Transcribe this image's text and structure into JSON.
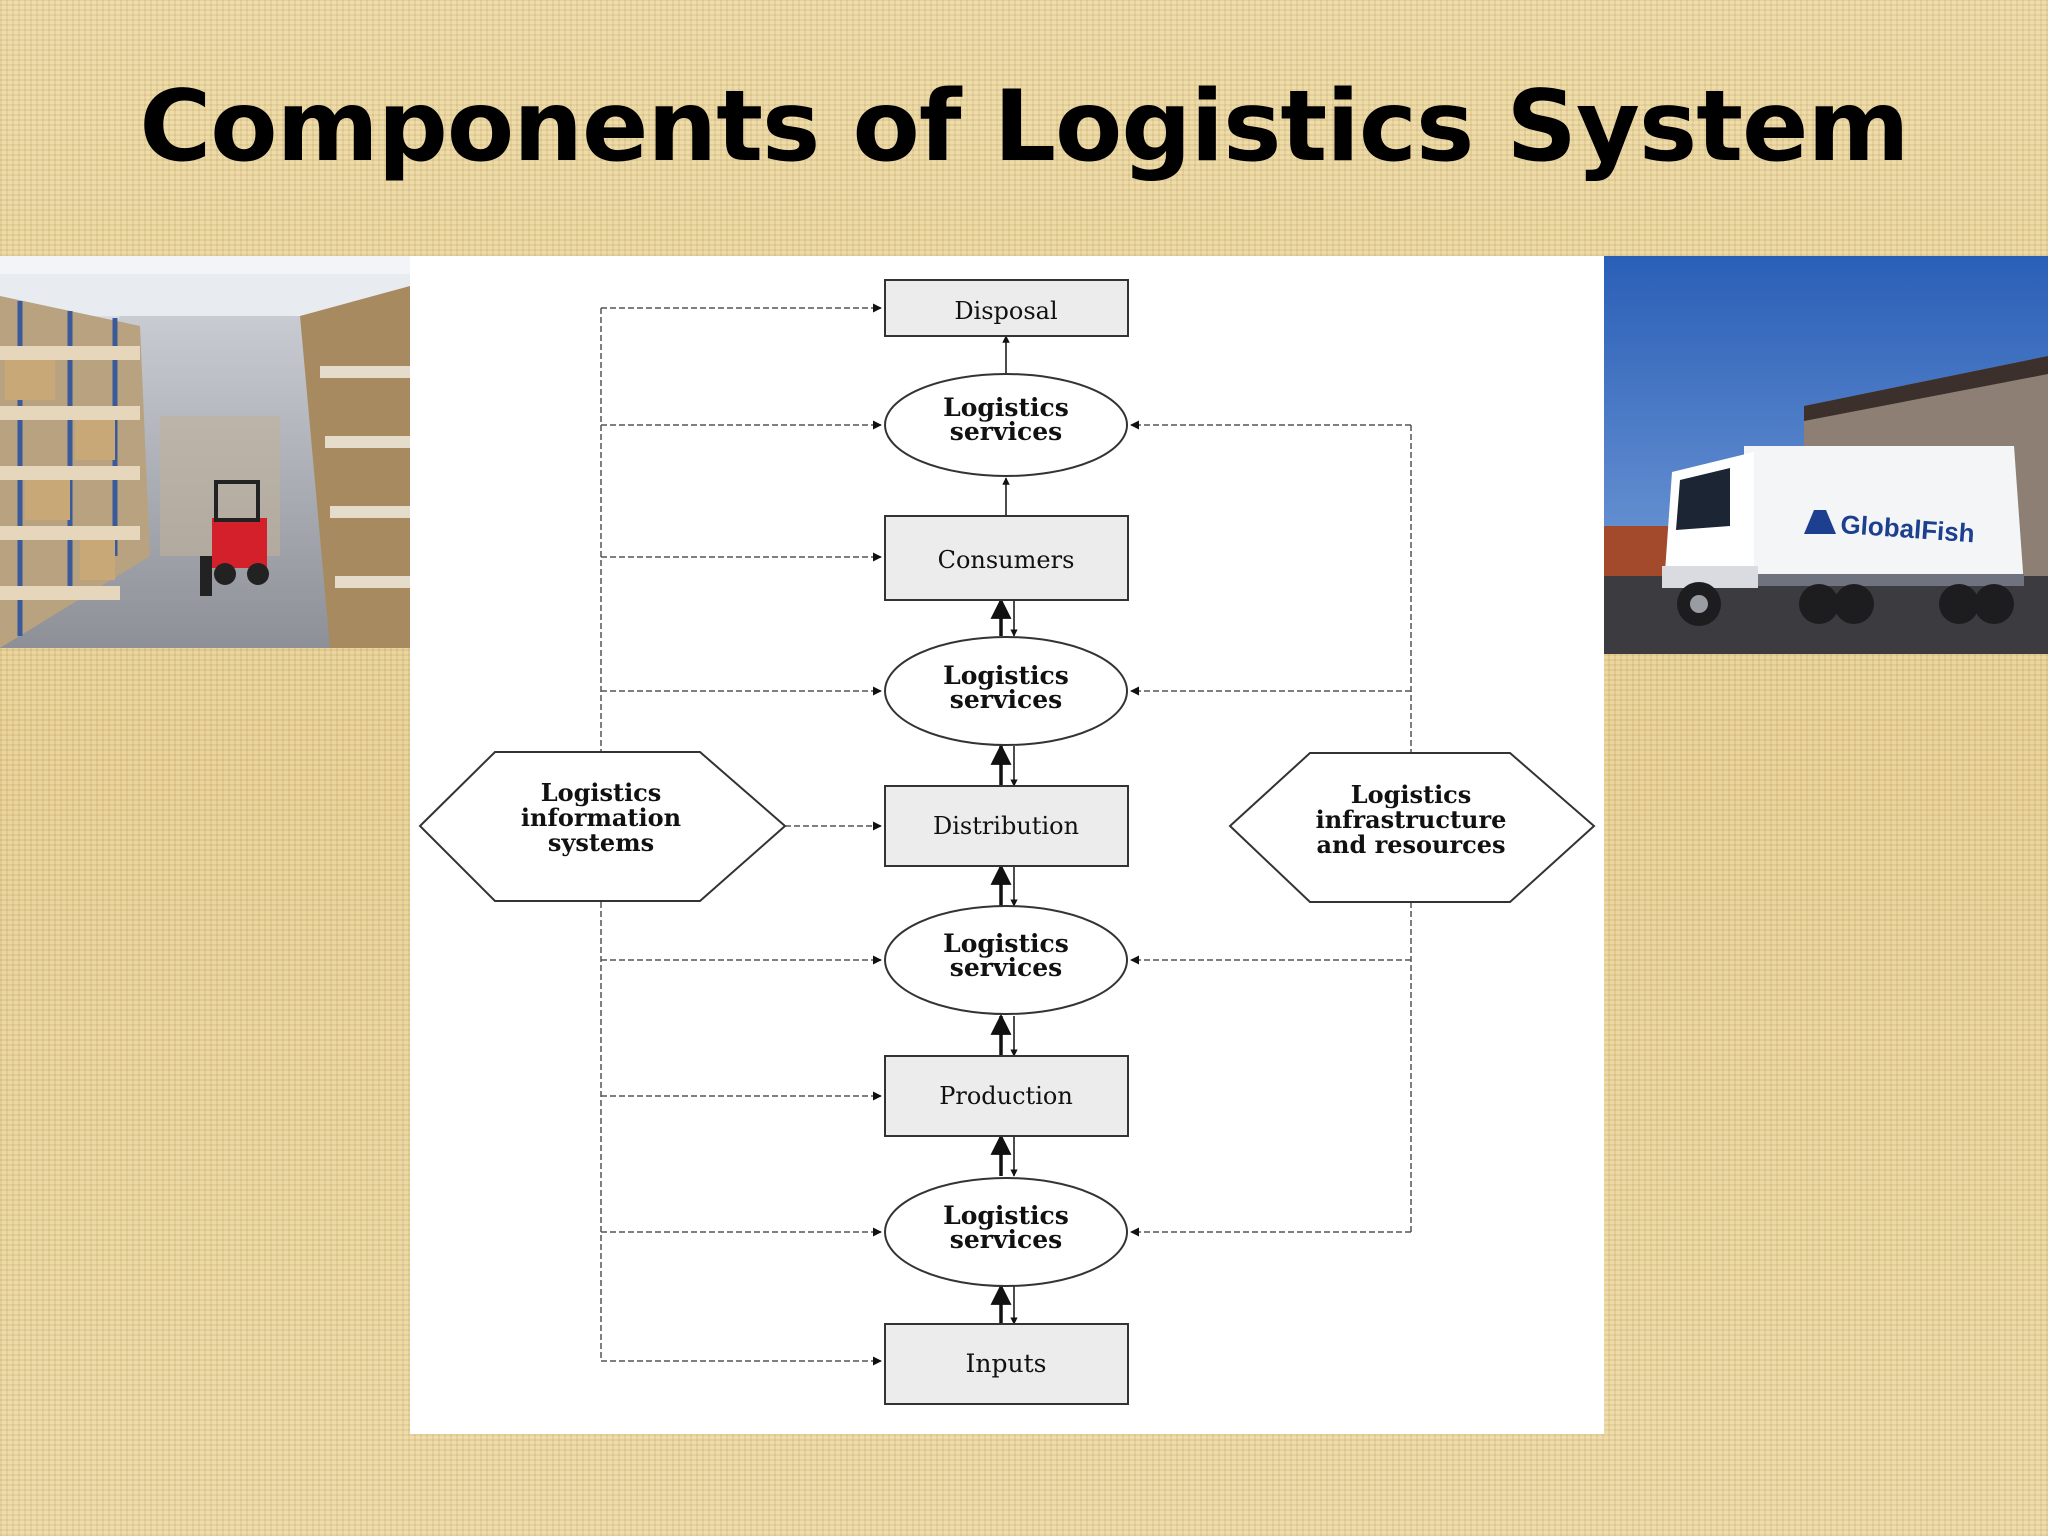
{
  "slide": {
    "title": "Components of Logistics System"
  },
  "images": {
    "warehouse": {
      "icon": "warehouse-photo",
      "description_visible": false
    },
    "truck": {
      "icon": "truck-photo",
      "logo_text": "GlobalFish"
    }
  },
  "diagram": {
    "nodes": {
      "disposal": "Disposal",
      "services_top": [
        "Logistics",
        "services"
      ],
      "consumers": "Consumers",
      "services_upper": [
        "Logistics",
        "services"
      ],
      "distribution": "Distribution",
      "services_lower": [
        "Logistics",
        "services"
      ],
      "production": "Production",
      "services_bottom": [
        "Logistics",
        "services"
      ],
      "inputs": "Inputs",
      "info_systems": [
        "Logistics",
        "information",
        "systems"
      ],
      "infrastructure": [
        "Logistics",
        "infrastructure",
        "and resources"
      ]
    },
    "colors": {
      "box_fill": "#ececec",
      "stroke": "#333333"
    }
  }
}
